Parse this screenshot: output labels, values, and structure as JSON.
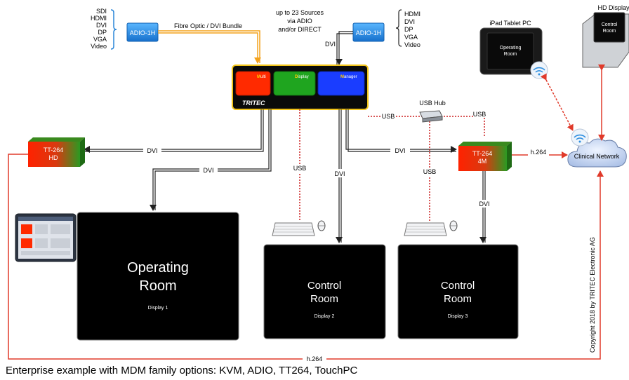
{
  "sources_left": [
    "SDI",
    "HDMI",
    "DVI",
    "DP",
    "VGA",
    "Video"
  ],
  "sources_right": [
    "HDMI",
    "DVI",
    "DP",
    "VGA",
    "Video"
  ],
  "adio_label": "ADIO-1H",
  "fibre_label": "Fibre Optic / DVI Bundle",
  "top_note": [
    "up to 23 Sources",
    "via ADIO",
    "and/or DIRECT"
  ],
  "mdm": {
    "multi": {
      "initial": "M",
      "rest": "ulti"
    },
    "display": {
      "initial": "D",
      "rest": "isplay"
    },
    "manager": {
      "initial": "M",
      "rest": "anager"
    },
    "logo": "TRITEC"
  },
  "link_labels": {
    "dvi": "DVI",
    "usb": "USB",
    "h264": "h.264",
    "usb_hub": "USB Hub"
  },
  "tt_hd": {
    "name": "TT-264",
    "sub": "HD"
  },
  "tt_4m": {
    "name": "TT-264",
    "sub": "4M"
  },
  "ipad": {
    "caption": "iPad Tablet PC",
    "screen": [
      "Operating",
      "Room"
    ]
  },
  "hd_display": {
    "caption": "HD Display",
    "screen": [
      "Control",
      "Room"
    ]
  },
  "network": "Clinical Network",
  "displays": [
    {
      "title": [
        "Operating",
        "Room"
      ],
      "sub": "Display 1"
    },
    {
      "title": [
        "Control",
        "Room"
      ],
      "sub": "Display 2"
    },
    {
      "title": [
        "Control",
        "Room"
      ],
      "sub": "Display 3"
    }
  ],
  "copyright": "Copyright 2018 by TRITEC Electronic AG",
  "caption": "Enterprise example with MDM family options: KVM, ADIO, TT264, TouchPC",
  "colors": {
    "red": "#ff2a00",
    "green": "#1fa51f",
    "blue": "#1a3dff",
    "orange": "#f4a21c",
    "link_red": "#e03a2a",
    "adio": "#2a95e6"
  }
}
